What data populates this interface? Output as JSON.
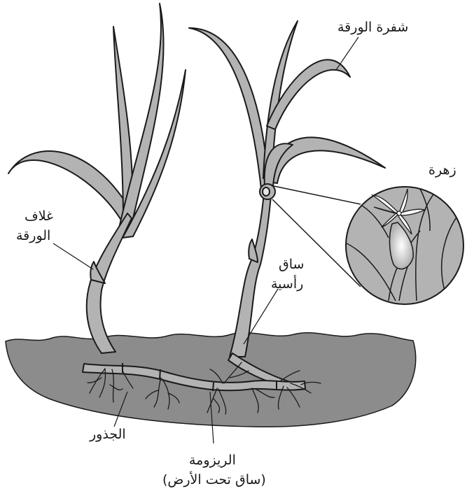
{
  "labels": {
    "leaf_blade": "شفرة الورقة",
    "flower": "زهرة",
    "leaf_sheath_1": "غلاف",
    "leaf_sheath_2": "الورقة",
    "vertical_stem_1": "ساق",
    "vertical_stem_2": "رأسية",
    "roots": "الجذور",
    "rhizome_1": "الريزومة",
    "rhizome_2": "(ساق تحت الأرض)"
  },
  "colors": {
    "plant_fill": "#b3b3b3",
    "soil_fill": "#8c8c8c",
    "outline": "#1a1a1a"
  }
}
